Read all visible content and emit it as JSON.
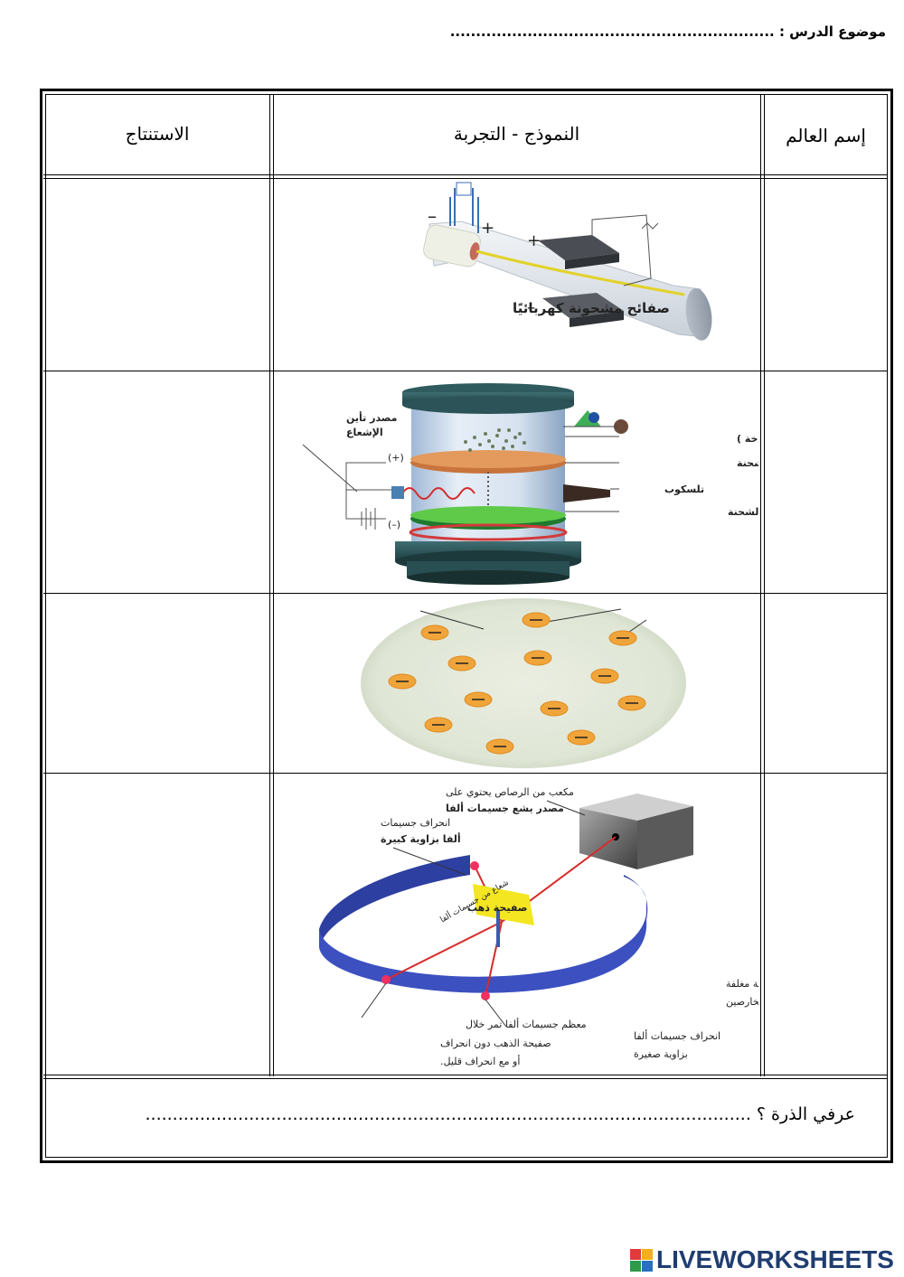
{
  "header": {
    "topic_label": "موضوع الدرس : ..............................................................."
  },
  "table": {
    "columns": [
      "إسم العالم",
      "النموذج - التجربة",
      "الاستنتاج"
    ]
  },
  "row1": {
    "plates_label": "صفائح مشحونة كهربائيًا",
    "plus": "+",
    "minus": "–"
  },
  "row2": {
    "oil_sprayer": "رشاش زيت ( بخاخة )",
    "positive_plate": "صفيحة موجبة الشحنة",
    "telescope": "تلسكوب",
    "negative_plate": "صفيحة سالبة الشحنة",
    "ionizing_source_1": "مصدر تأين",
    "ionizing_source_2": "الإشعاع",
    "plus_sign": "(+)",
    "minus_sign": "(–)"
  },
  "row4": {
    "lead_box_1": "مكعب من الرصاص يحتوي على",
    "lead_box_2": "مصدر يشع جسيمات ألفا",
    "large_deflection_1": "انحراف جسيمات",
    "large_deflection_2": "ألفا بزاوية كبيرة",
    "alpha_beam": "شعاع من جسيمات ألفا",
    "gold_foil": "صفيحة ذهب",
    "screen_1": "صندوق شاشة مغلفة",
    "screen_2": "بكبريتات الخارصين",
    "most_pass_1": "معظم جسيمات ألفا تمر خلال",
    "most_pass_2": "صفيحة الذهب دون انحراف",
    "most_pass_3": "أو مع انحراف قليل.",
    "small_deflection_1": "انحراف جسيمات ألفا",
    "small_deflection_2": "بزاوية صغيرة"
  },
  "question": {
    "text": "عرفي الذرة ؟ ..............................................................................................................."
  },
  "branding": {
    "logo_text": "LIVEWORKSHEETS",
    "logo_color": "#1f3d70"
  }
}
